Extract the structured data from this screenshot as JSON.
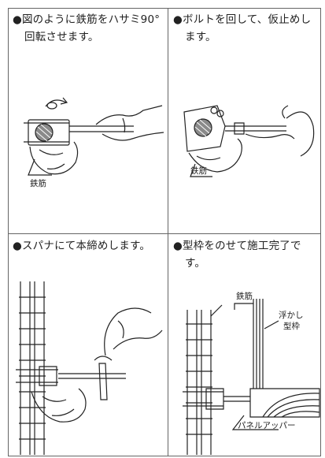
{
  "panels": [
    {
      "caption_line1": "●図のように鉄筋をハサミ90°",
      "caption_line2": "回転させます。",
      "labels": {
        "rebar": "鉄筋"
      }
    },
    {
      "caption_line1": "●ボルトを回して、仮止めし",
      "caption_line2": "ます。",
      "labels": {
        "rebar": "鉄筋"
      }
    },
    {
      "caption_line1": "●スパナにて本締めします。",
      "caption_line2": "",
      "labels": {}
    },
    {
      "caption_line1": "●型枠をのせて施工完了で",
      "caption_line2": "す。",
      "labels": {
        "rebar": "鉄筋",
        "float_formwork_1": "浮かし",
        "float_formwork_2": "型枠",
        "panel_upper": "パネルアッパー"
      }
    }
  ]
}
